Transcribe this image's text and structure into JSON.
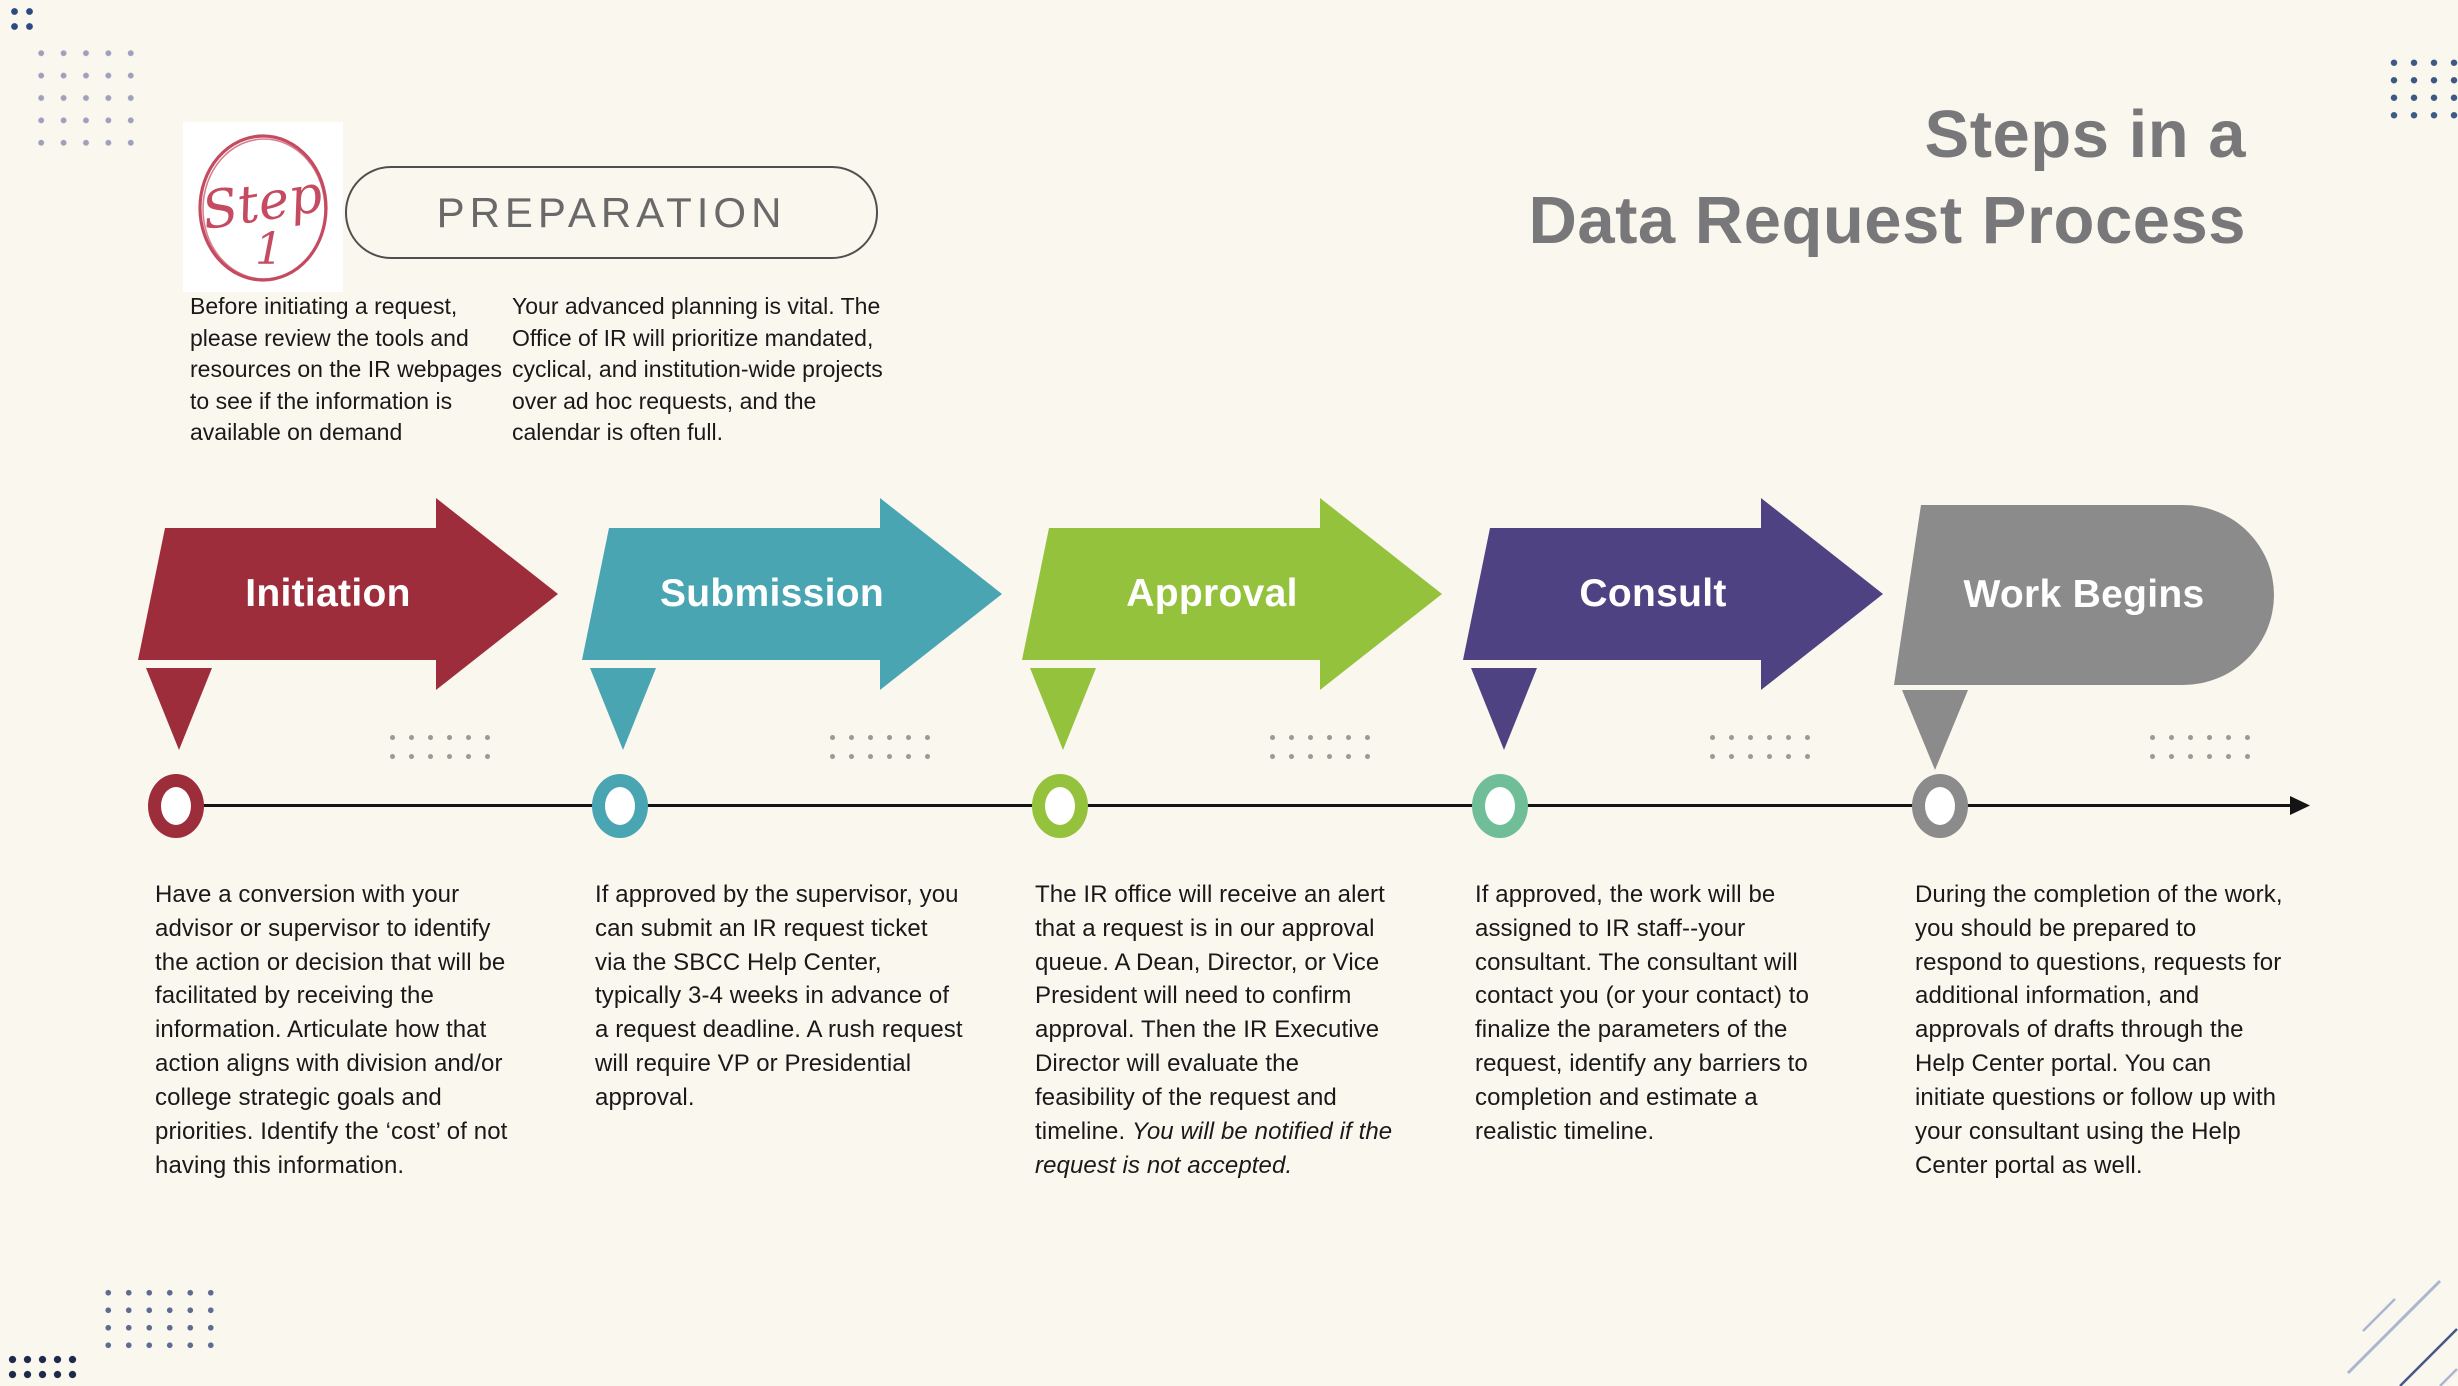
{
  "page": {
    "background": "#faf7ee",
    "title_line1": "Steps in a",
    "title_line2": "Data Request Process",
    "title_color": "#78787a"
  },
  "preparation": {
    "badge_word": "Step",
    "badge_number": "1",
    "badge_color": "#c44b60",
    "banner_label": "PREPARATION",
    "banner_text_color": "#696969",
    "banner_border_color": "#4f4f4f",
    "intro_left": "Before initiating a request, please review the tools and resources on the IR webpages to see if the information is available on demand",
    "intro_right": "Your advanced planning is vital. The Office of IR will prioritize mandated, cyclical, and institution-wide projects over ad hoc requests, and the calendar is often full."
  },
  "timeline": {
    "line_color": "#141414"
  },
  "steps": [
    {
      "label": "Initiation",
      "color": "#9e2d3c",
      "ring_color": "#9e2d3c",
      "description": "Have a conversion with your advisor or supervisor to identify the action or decision that will be facilitated by receiving the information. Articulate how that action aligns with division and/or college strategic goals and priorities. Identify the ‘cost’ of not having this information."
    },
    {
      "label": "Submission",
      "color": "#4aa5b2",
      "ring_color": "#4aa5b2",
      "description": "If approved by the supervisor, you can submit an IR request ticket via the SBCC Help Center, typically 3-4 weeks in advance of a request deadline. A rush request will require VP or Presidential approval."
    },
    {
      "label": "Approval",
      "color": "#95c23d",
      "ring_color": "#95c23d",
      "description": "The IR office will receive an alert that a request is in our approval queue. A Dean, Director, or Vice President will need to confirm approval. Then the IR Executive Director will evaluate the feasibility of the request and timeline. ",
      "description_italic": "You will be notified if the request is not accepted."
    },
    {
      "label": "Consult",
      "color": "#4f4283",
      "ring_color": "#6fbe98",
      "description": "If approved, the work will be assigned to IR staff--your consultant. The consultant will contact you (or your contact) to finalize the parameters of the request, identify any barriers to completion and estimate a realistic timeline."
    },
    {
      "label": "Work Begins",
      "color": "#8b8b8b",
      "ring_color": "#8b8b8b",
      "description": "During the completion of the work, you should be prepared to respond to questions, requests for additional information, and approvals of drafts through the Help Center portal. You can initiate questions or follow up with your consultant using the Help Center portal as well."
    }
  ]
}
